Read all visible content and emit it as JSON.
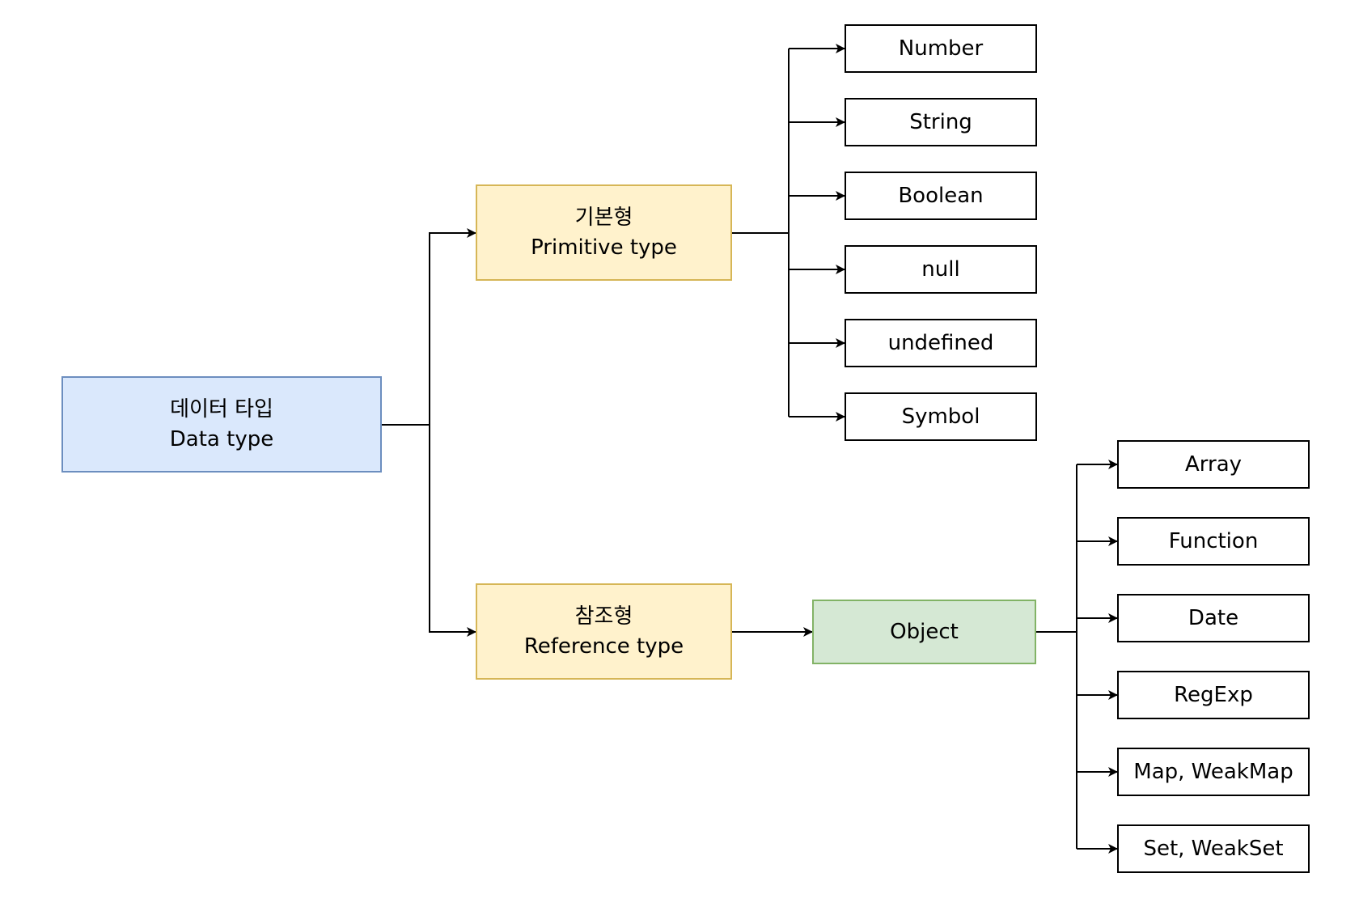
{
  "root": {
    "label_ko": "데이터 타입",
    "label_en": "Data type",
    "fill": "#dae8fc",
    "stroke": "#6c8ebf"
  },
  "primitive": {
    "label_ko": "기본형",
    "label_en": "Primitive type",
    "fill": "#fff2cc",
    "stroke": "#d6b656",
    "children": [
      "Number",
      "String",
      "Boolean",
      "null",
      "undefined",
      "Symbol"
    ]
  },
  "reference": {
    "label_ko": "참조형",
    "label_en": "Reference type",
    "fill": "#fff2cc",
    "stroke": "#d6b656"
  },
  "object": {
    "label": "Object",
    "fill": "#d5e8d4",
    "stroke": "#82b366",
    "children": [
      "Array",
      "Function",
      "Date",
      "RegExp",
      "Map, WeakMap",
      "Set, WeakSet"
    ]
  }
}
